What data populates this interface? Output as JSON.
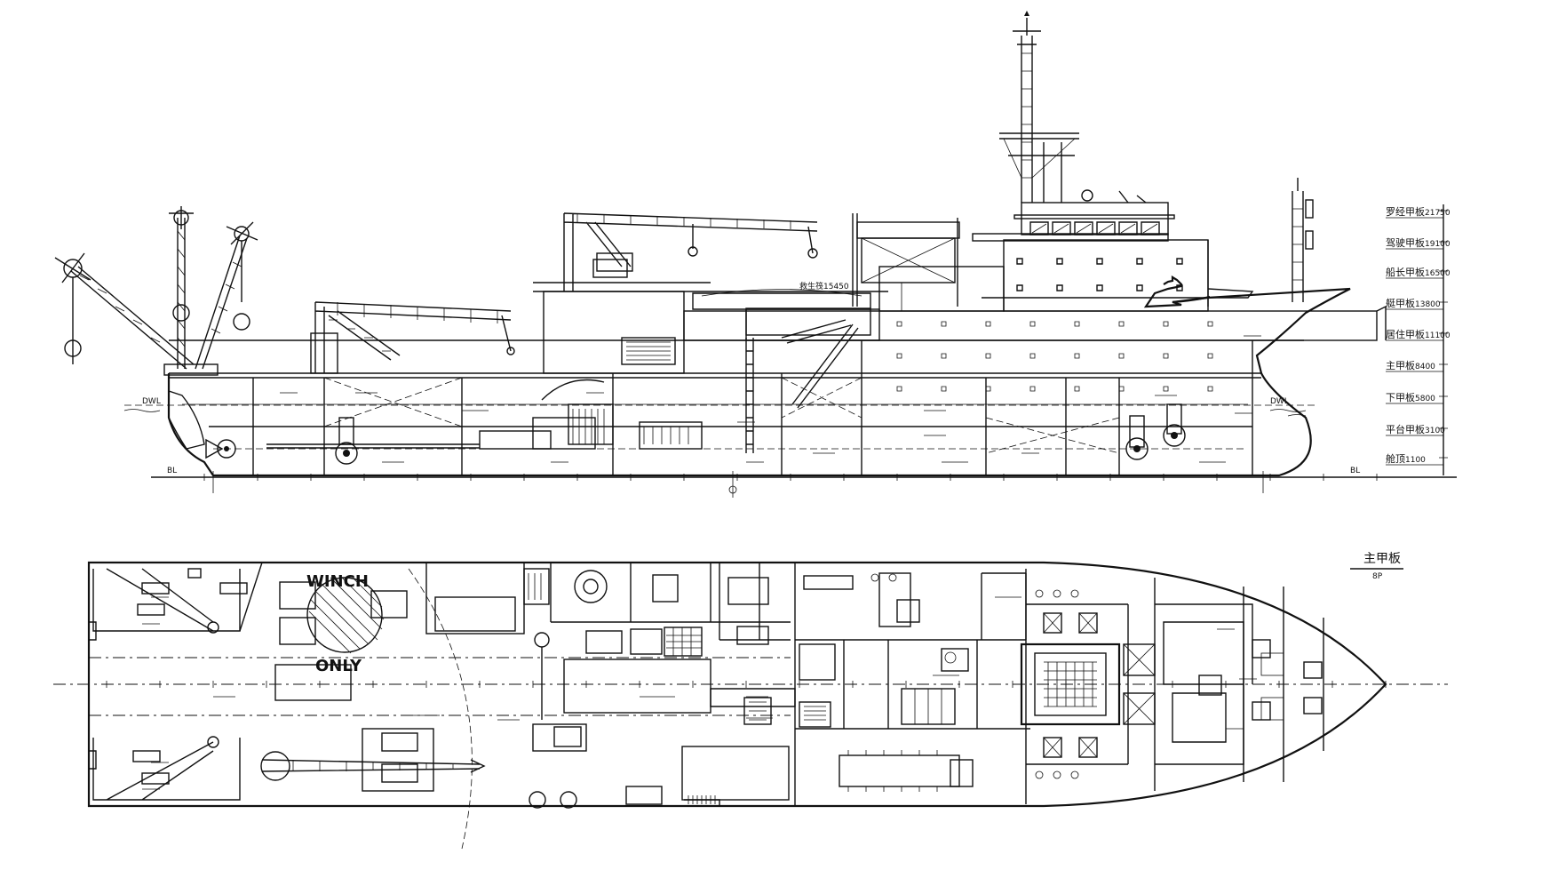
{
  "profile": {
    "deck_levels": [
      {
        "name": "罗经甲板",
        "height": "21750"
      },
      {
        "name": "驾驶甲板",
        "height": "19100"
      },
      {
        "name": "船长甲板",
        "height": "16500"
      },
      {
        "name": "艇甲板",
        "height": "13800"
      },
      {
        "name": "居住甲板",
        "height": "11100"
      },
      {
        "name": "主甲板",
        "height": "8400"
      },
      {
        "name": "下甲板",
        "height": "5800"
      },
      {
        "name": "平台甲板",
        "height": "3100"
      },
      {
        "name": "舱顶",
        "height": "1100"
      }
    ],
    "labels": {
      "dwl_aft": "DWL",
      "dwl_fwd": "DWL",
      "bl_aft": "BL",
      "bl_fwd": "BL",
      "bridge_wing": "救生筏15450"
    }
  },
  "plan": {
    "title": "主甲板",
    "subtitle": "8P",
    "winch_top": "WINCH",
    "winch_bottom": "ONLY"
  }
}
